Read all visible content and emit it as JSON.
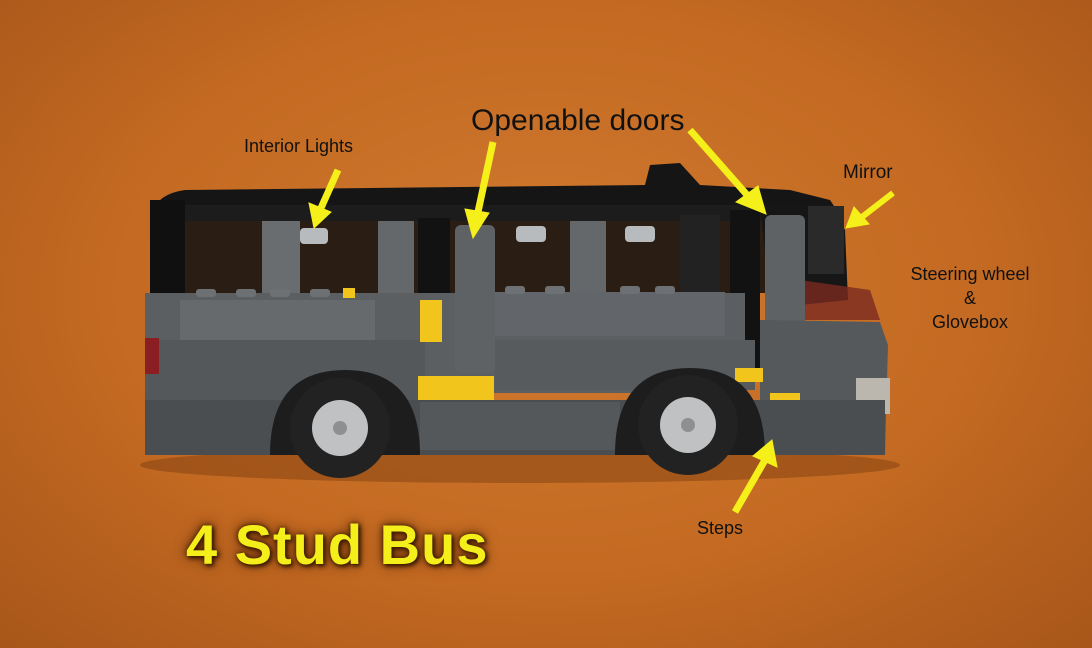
{
  "title": "4 Stud Bus",
  "annotations": {
    "interior_lights": "Interior Lights",
    "openable_doors": "Openable doors",
    "mirror": "Mirror",
    "steering_line1": "Steering wheel",
    "steering_line2": "&",
    "steering_line3": "Glovebox",
    "steps": "Steps"
  },
  "colors": {
    "background": "#c46a22",
    "arrow": "#f5f01a",
    "title_text": "#f4ef1a",
    "body_dark_gray": "#5c5f62",
    "roof_black": "#111111",
    "accent_yellow": "#f2c51d"
  }
}
